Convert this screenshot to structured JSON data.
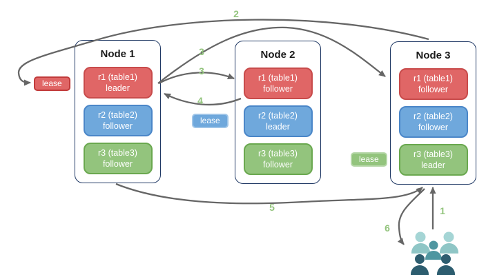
{
  "nodes": [
    {
      "title": "Node 1",
      "replicas": [
        {
          "name": "r1 (table1)",
          "role": "leader",
          "color_key": "red"
        },
        {
          "name": "r2 (table2)",
          "role": "follower",
          "color_key": "blue"
        },
        {
          "name": "r3 (table3)",
          "role": "follower",
          "color_key": "green"
        }
      ]
    },
    {
      "title": "Node 2",
      "replicas": [
        {
          "name": "r1 (table1)",
          "role": "follower",
          "color_key": "red"
        },
        {
          "name": "r2 (table2)",
          "role": "leader",
          "color_key": "blue"
        },
        {
          "name": "r3 (table3)",
          "role": "follower",
          "color_key": "green"
        }
      ]
    },
    {
      "title": "Node 3",
      "replicas": [
        {
          "name": "r1 (table1)",
          "role": "follower",
          "color_key": "red"
        },
        {
          "name": "r2 (table2)",
          "role": "follower",
          "color_key": "blue"
        },
        {
          "name": "r3 (table3)",
          "role": "leader",
          "color_key": "green"
        }
      ]
    }
  ],
  "leases": {
    "red": {
      "label": "lease",
      "color_key": "red"
    },
    "blue": {
      "label": "lease",
      "color_key": "blue"
    },
    "green": {
      "label": "lease",
      "color_key": "green"
    }
  },
  "steps": {
    "s1": "1",
    "s2": "2",
    "s3a": "3",
    "s3b": "3",
    "s4": "4",
    "s5": "5",
    "s6": "6"
  },
  "icons": {
    "users_group": "users-group-icon"
  },
  "colors": {
    "red_fill": "#e06666",
    "red_border": "#c84b4b",
    "blue_fill": "#6fa8dc",
    "blue_border": "#4a86c8",
    "green_fill": "#93c47d",
    "green_border": "#6aa84f",
    "node_border": "#1f3864",
    "arrow": "#666666",
    "step_label": "#93c47d",
    "lease_red_border": "#c13a3a",
    "lease_blue_border": "#9fc5e8",
    "lease_green_border": "#b6d7a8",
    "people_light": "#8fc6c6",
    "people_light_head": "#a5d5d5",
    "people_mid": "#4f96a0",
    "people_dark": "#2d5d6f"
  }
}
